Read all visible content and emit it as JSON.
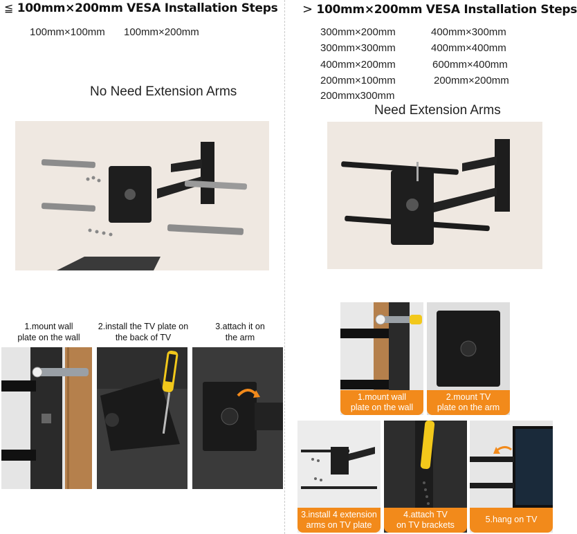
{
  "left": {
    "symbol": "≦",
    "title": "100mm×200mm VESA Installation Steps",
    "sizes": [
      "100mm×100mm",
      "100mm×200mm"
    ],
    "subheading": "No Need Extension Arms",
    "steps": [
      {
        "label_line1": "1.mount wall",
        "label_line2": "plate on the wall"
      },
      {
        "label_line1": "2.install the TV plate on",
        "label_line2": "the back of TV"
      },
      {
        "label_line1": "3.attach it on",
        "label_line2": "the arm"
      }
    ]
  },
  "right": {
    "symbol": ">",
    "title": "100mm×200mm VESA Installation Steps",
    "sizes_col1": [
      "300mm×200mm",
      "300mm×300mm",
      "400mm×200mm",
      "200mm×100mm",
      "200mmx300mm"
    ],
    "sizes_col2": [
      "400mm×300mm",
      "400mm×400mm",
      "600mm×400mm",
      "200mm×200mm"
    ],
    "subheading": "Need Extension Arms",
    "steps": [
      {
        "label_line1": "1.mount wall",
        "label_line2": "plate on the wall"
      },
      {
        "label_line1": "2.mount TV",
        "label_line2": "plate on the arm"
      },
      {
        "label_line1": "3.install 4 extension",
        "label_line2": "arms on TV plate"
      },
      {
        "label_line1": "4.attach TV",
        "label_line2": "on TV brackets"
      },
      {
        "label_line1": "5.hang on TV",
        "label_line2": ""
      }
    ]
  },
  "colors": {
    "accent_orange": "#f28a1b",
    "panel_bg": "#ece4dc"
  },
  "icons": [
    "wall-mount-bracket-icon",
    "screwdriver-icon",
    "wrench-icon",
    "rotate-arrow-icon"
  ]
}
